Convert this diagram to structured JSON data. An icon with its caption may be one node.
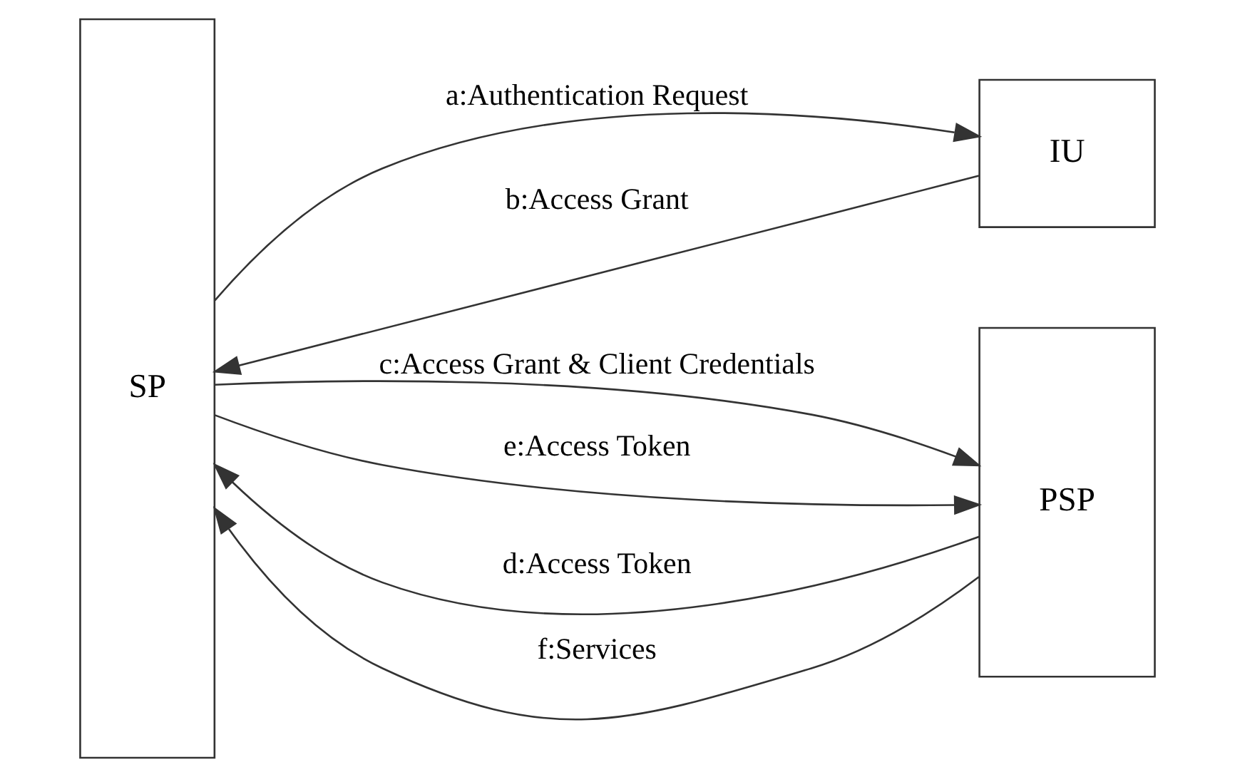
{
  "diagram": {
    "nodes": [
      {
        "text": [
          "SP"
        ]
      },
      {
        "text": [
          "IU"
        ]
      },
      {
        "text": [
          "PSP"
        ]
      }
    ],
    "edges": [
      {
        "from": 0,
        "to": 1,
        "arrow": "to",
        "label": "a:Authentication Request"
      },
      {
        "from": 1,
        "to": 0,
        "arrow": "to",
        "label": "b:Access Grant"
      },
      {
        "from": 0,
        "to": 2,
        "arrow": "to",
        "label": "c:Access Grant & Client Credentials"
      },
      {
        "from": 2,
        "to": 0,
        "arrow": "to",
        "label": "d:Access Token"
      },
      {
        "from": 0,
        "to": 2,
        "arrow": "to",
        "label": "e:Access Token"
      },
      {
        "from": 2,
        "to": 0,
        "arrow": "to",
        "label": "f:Services"
      }
    ]
  }
}
